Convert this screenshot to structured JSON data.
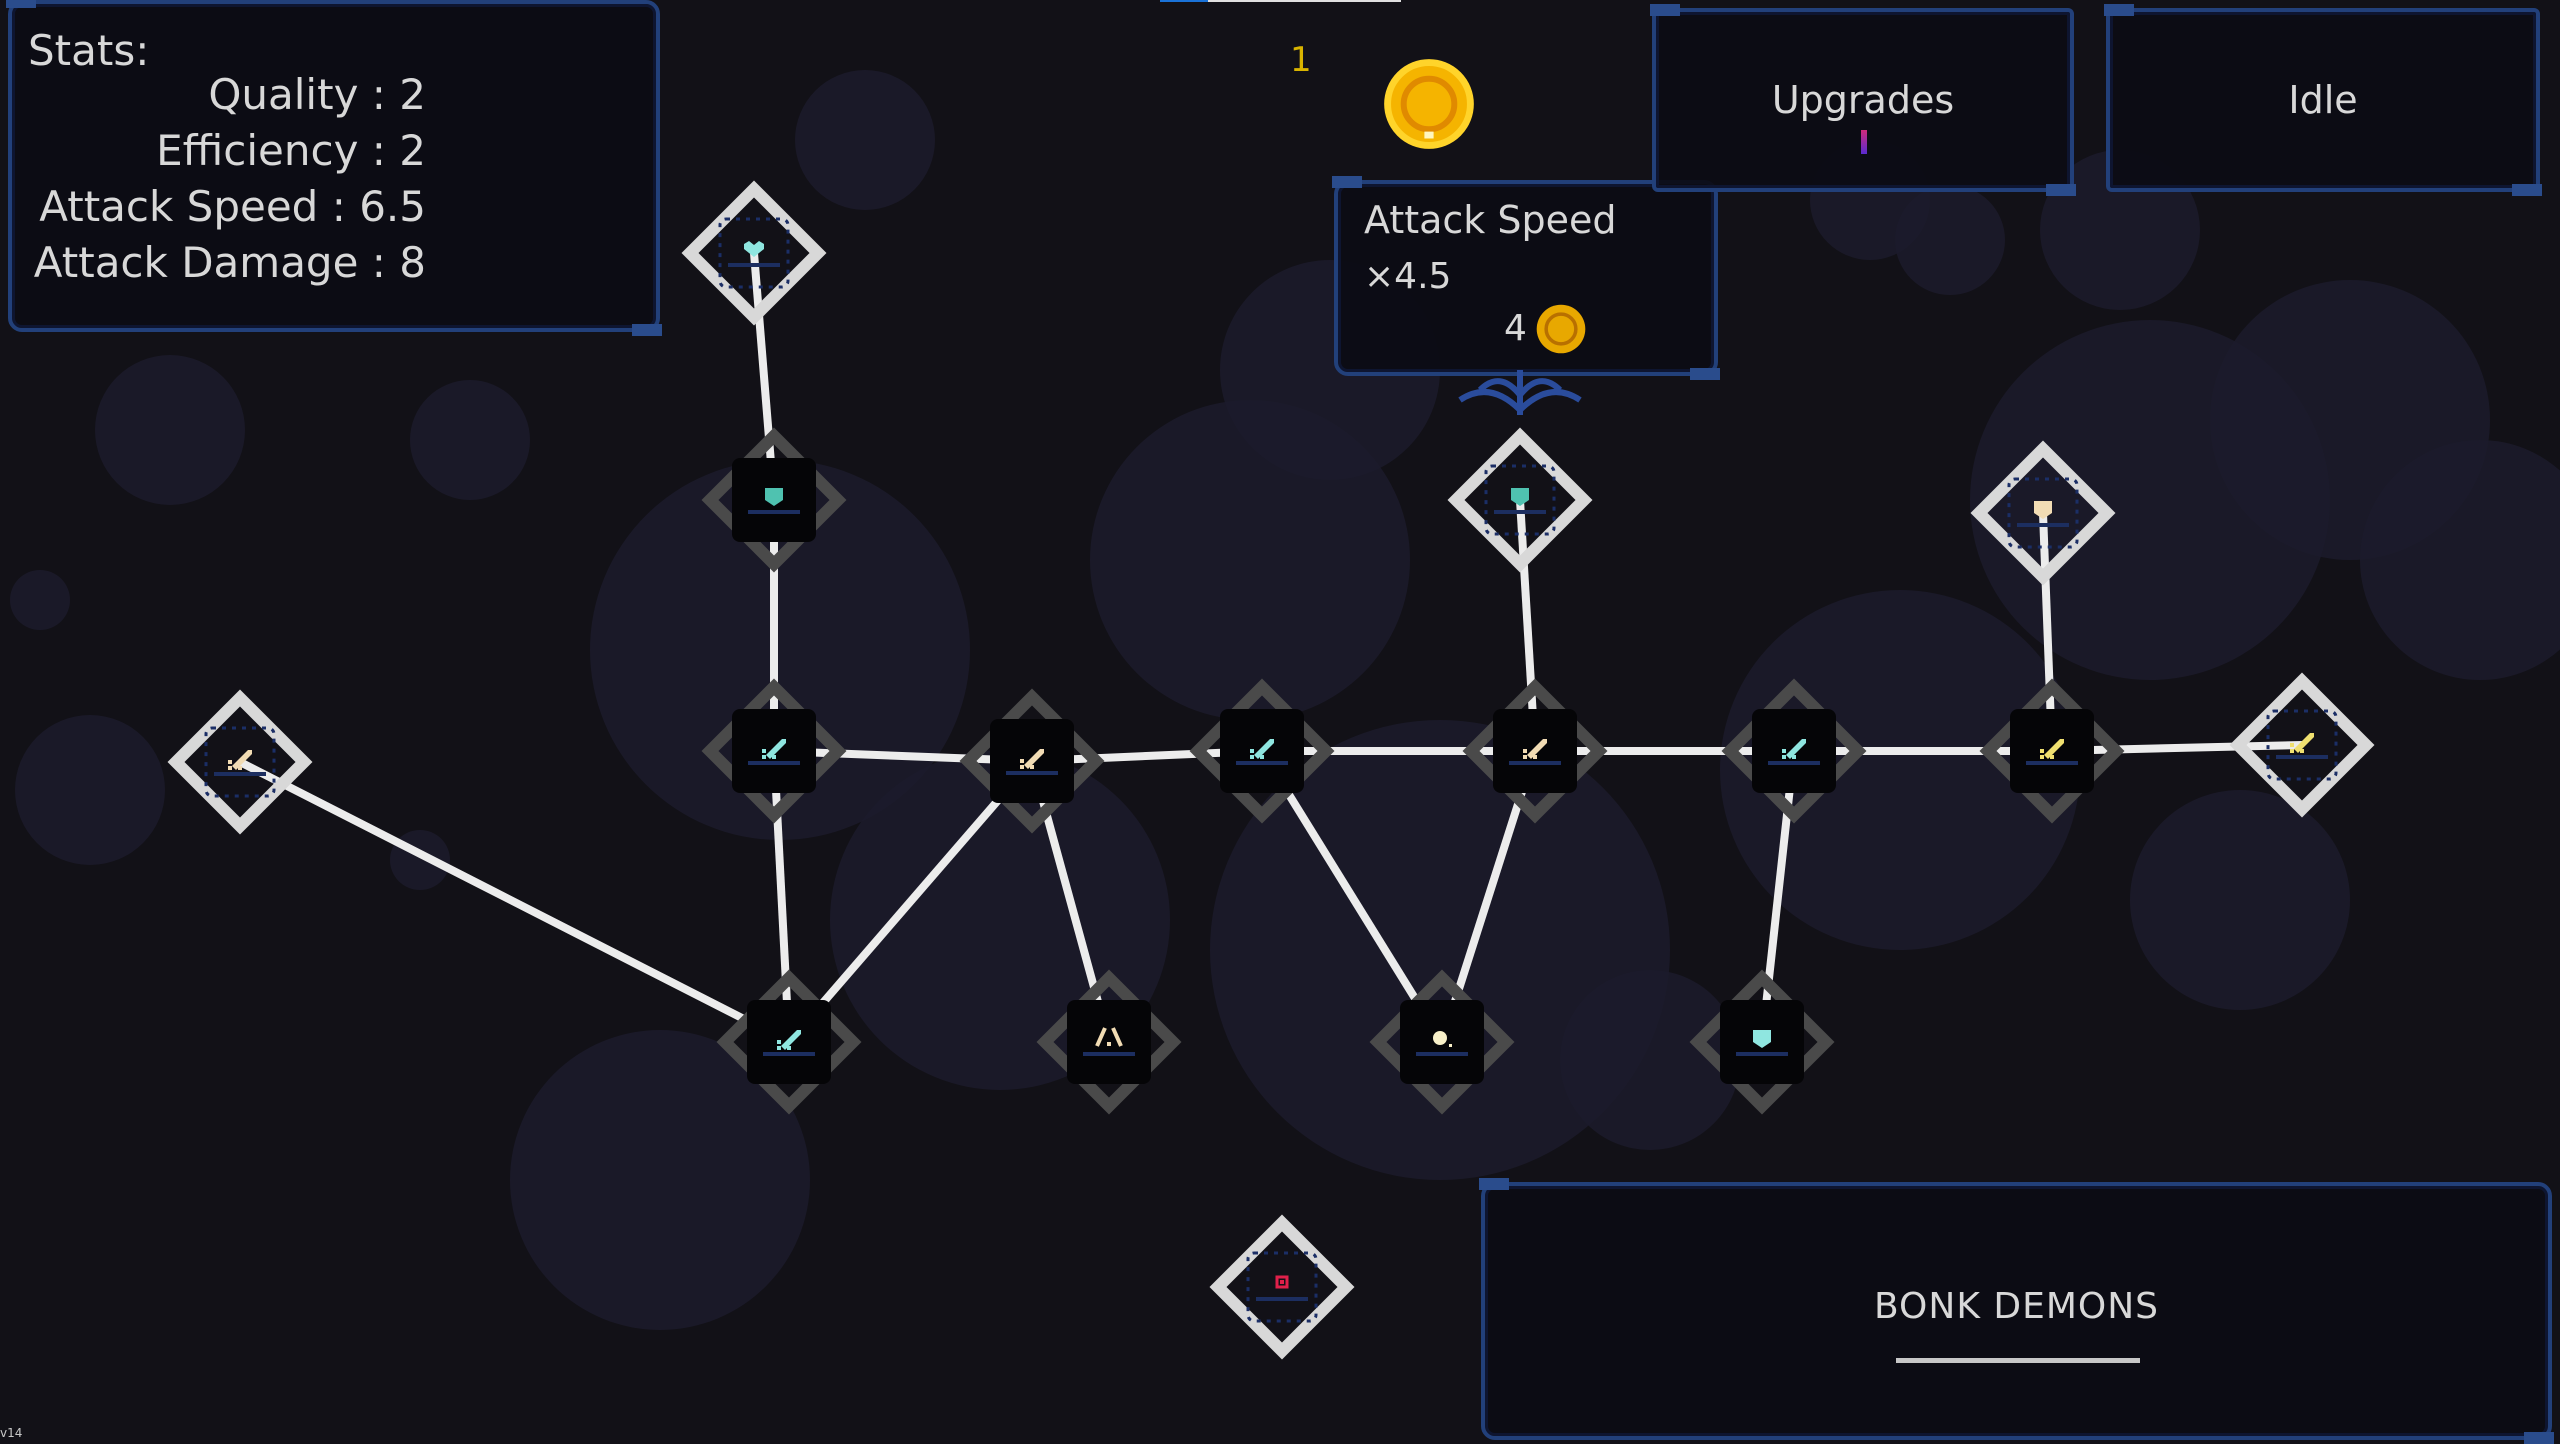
{
  "stats": {
    "title": "Stats:",
    "rows": [
      {
        "label": "Quality : 2"
      },
      {
        "label": "Efficiency : 2"
      },
      {
        "label": "Attack Speed : 6.5"
      },
      {
        "label": "Attack Damage : 8"
      }
    ]
  },
  "currency": {
    "count": "1",
    "icon": "gold-coin-icon",
    "color": "#d9b400"
  },
  "progress": {
    "fraction": 0.2,
    "color": "#1a72d8"
  },
  "tooltip": {
    "title": "Attack Speed",
    "value": "×4.5",
    "cost": "4",
    "cost_icon": "gold-coin-icon"
  },
  "buttons": {
    "upgrades": "Upgrades",
    "idle": "Idle",
    "bonk": "BONK DEMONS"
  },
  "version": "v14",
  "skill_tree": {
    "nodes": [
      {
        "id": 0,
        "state": "available",
        "icon": "heart",
        "color": "#8fe6e0"
      },
      {
        "id": 1,
        "state": "locked",
        "icon": "shield",
        "color": "#4fc2b0"
      },
      {
        "id": 2,
        "state": "locked",
        "icon": "sword",
        "color": "#8fe6e0"
      },
      {
        "id": 3,
        "state": "locked",
        "icon": "sword",
        "color": "#f2dcb4"
      },
      {
        "id": 4,
        "state": "locked",
        "icon": "sword",
        "color": "#8fe6e0"
      },
      {
        "id": 5,
        "state": "locked",
        "icon": "sword",
        "color": "#f2dcb4"
      },
      {
        "id": 6,
        "state": "locked",
        "icon": "sword",
        "color": "#8fe6e0"
      },
      {
        "id": 7,
        "state": "locked",
        "icon": "sword",
        "color": "#f0e070"
      },
      {
        "id": 8,
        "state": "available",
        "icon": "sword",
        "color": "#f0e070"
      },
      {
        "id": 9,
        "state": "available",
        "icon": "sword",
        "color": "#f2dcb4"
      },
      {
        "id": 10,
        "state": "available",
        "icon": "shield",
        "color": "#4fc2b0"
      },
      {
        "id": 11,
        "state": "available",
        "icon": "shield",
        "color": "#f2dcb4"
      },
      {
        "id": 12,
        "state": "locked",
        "icon": "sword",
        "color": "#8fe6e0"
      },
      {
        "id": 13,
        "state": "locked",
        "icon": "caret",
        "color": "#f2dcb4"
      },
      {
        "id": 14,
        "state": "locked",
        "icon": "orb",
        "color": "#f8f0c8"
      },
      {
        "id": 15,
        "state": "locked",
        "icon": "shield",
        "color": "#8fe6e0"
      },
      {
        "id": 16,
        "state": "available",
        "icon": "target",
        "color": "#e0204a"
      }
    ],
    "edges": [
      [
        0,
        1
      ],
      [
        1,
        2
      ],
      [
        2,
        3
      ],
      [
        3,
        4
      ],
      [
        4,
        5
      ],
      [
        5,
        6
      ],
      [
        6,
        7
      ],
      [
        7,
        8
      ],
      [
        2,
        12
      ],
      [
        9,
        12
      ],
      [
        3,
        12
      ],
      [
        3,
        13
      ],
      [
        4,
        14
      ],
      [
        5,
        14
      ],
      [
        5,
        10
      ],
      [
        6,
        15
      ],
      [
        7,
        11
      ]
    ]
  }
}
